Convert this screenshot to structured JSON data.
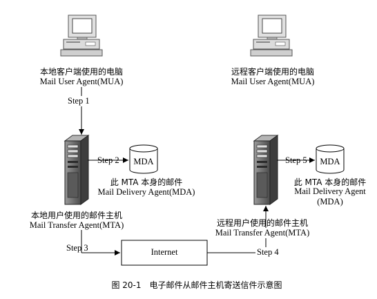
{
  "diagram": {
    "local_client": {
      "label_cn": "本地客户端使用的电脑",
      "label_en": "Mail User Agent(MUA)"
    },
    "remote_client": {
      "label_cn": "远程客户端使用的电脑",
      "label_en": "Mail User Agent(MUA)"
    },
    "local_server": {
      "label_cn": "本地用户使用的邮件主机",
      "label_en": "Mail Transfer Agent(MTA)"
    },
    "remote_server": {
      "label_cn": "远程用户使用的邮件主机",
      "label_en": "Mail Transfer Agent(MTA)"
    },
    "local_mda": {
      "name": "MDA",
      "label_cn": "此 MTA 本身的邮件",
      "label_en": "Mail Delivery Agent(MDA)"
    },
    "remote_mda": {
      "name": "MDA",
      "label_cn": "此 MTA 本身的邮件",
      "label_en_1": "Mail Delivery Agent",
      "label_en_2": "(MDA)"
    },
    "internet": "Internet",
    "steps": [
      "Step 1",
      "Step 2",
      "Step 3",
      "Step 4",
      "Step 5"
    ]
  },
  "caption": "图 20-1　电子邮件从邮件主机寄送信件示意图"
}
